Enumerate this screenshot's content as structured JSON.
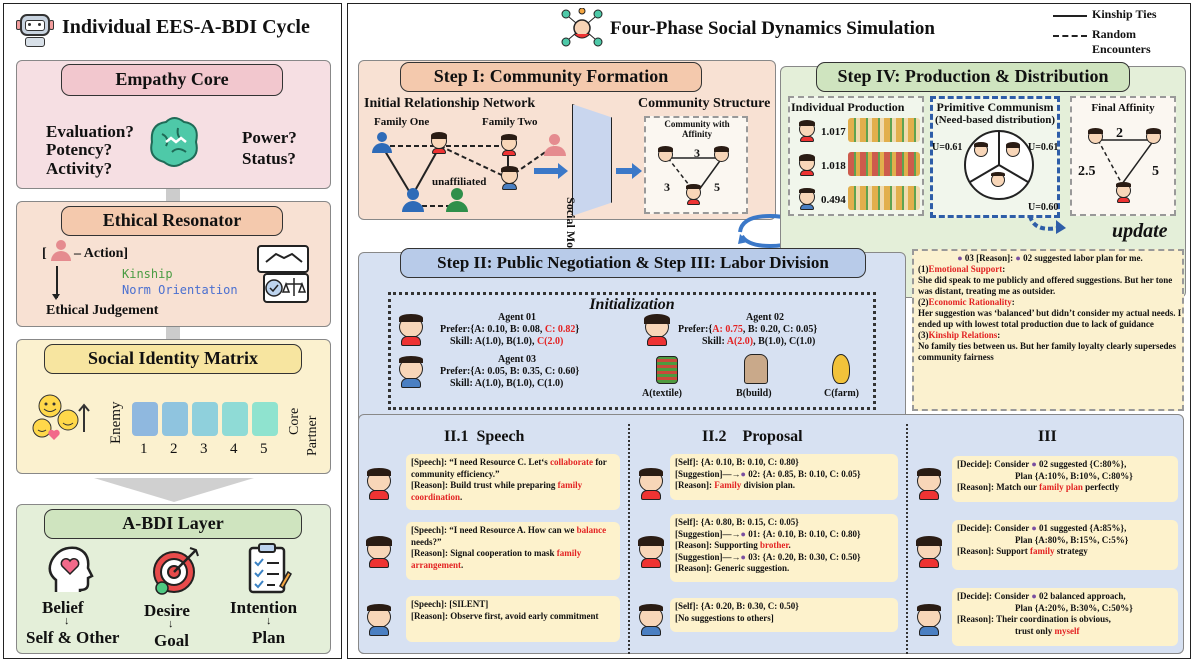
{
  "left": {
    "title": "Individual EES-A-BDI Cycle",
    "empathy": {
      "title": "Empathy Core",
      "evaluation": "Evaluation?",
      "potency": "Potency?",
      "activity": "Activity?",
      "power": "Power?",
      "status": "Status?"
    },
    "ethical": {
      "title": "Ethical Resonator",
      "action": "– Action]",
      "bracket": "[",
      "kinship": "Kinship",
      "norm": "Norm Orientation",
      "judgement": "Ethical Judgement"
    },
    "social": {
      "title": "Social Identity Matrix",
      "enemy": "Enemy",
      "core": "Core",
      "partner": "Partner",
      "scale": [
        "1",
        "2",
        "3",
        "4",
        "5"
      ]
    },
    "abdi": {
      "title": "A-BDI Layer",
      "belief": "Belief",
      "belief_sub": "Self & Other",
      "desire": "Desire",
      "desire_sub": "Goal",
      "intention": "Intention",
      "intention_sub": "Plan",
      "arrow": "↓"
    }
  },
  "right": {
    "title": "Four-Phase Social Dynamics Simulation",
    "legend": {
      "kinship": "Kinship Ties",
      "random": "Random Encounters"
    },
    "step1": {
      "title": "Step I: Community Formation",
      "initial": "Initial Relationship Network",
      "family_one": "Family One",
      "family_two": "Family Two",
      "unaffiliated": "unaffiliated",
      "mobility": "Social Mobility",
      "structure": "Community Structure",
      "affinity_label": "Community with Affinity",
      "w1": "3",
      "w2": "3",
      "w3": "5"
    },
    "step4": {
      "title": "Step IV: Production & Distribution",
      "individual": "Individual Production",
      "p1": "1.017",
      "p2": "1.018",
      "p3": "0.494",
      "primitive": "Primitive Communism",
      "primitive_sub": "(Need-based distribution)",
      "u1": "U=0.61",
      "u2": "U=0.61",
      "u3": "U=0.60",
      "final": "Final Affinity",
      "f1": "2",
      "f2": "2.5",
      "f3": "5",
      "update": "update"
    },
    "reason": {
      "head_a": "03 [Reason]:",
      "head_b": "02 suggested labor plan for me.",
      "e_num": "(1)",
      "e_title": "Emotional Support",
      "e_colon": ":",
      "e_text": "She did speak to me publicly and offered suggestions. But her tone was distant, treating me as outsider.",
      "r_num": "(2)",
      "r_title": "Economic Rationality",
      "r_colon": ":",
      "r_text": "Her suggestion was ‘balanced’ but didn’t consider my actual needs. I ended up with lowest total production due to lack of guidance",
      "k_num": "(3)",
      "k_title": "Kinship Relations",
      "k_colon": ":",
      "k_text": "No family ties between us. But her family loyalty clearly supersedes community fairness"
    },
    "step23": {
      "title": "Step II: Public Negotiation & Step III: Labor Division",
      "init": "Initialization",
      "agent1": {
        "name": "Agent 01",
        "prefer_a": "Prefer:{A: 0.10, B: 0.08, ",
        "prefer_hl": "C: 0.82",
        "prefer_end": "}",
        "skill_a": "Skill: A(1.0), B(1.0), ",
        "skill_hl": "C(2.0)"
      },
      "agent2": {
        "name": "Agent 02",
        "prefer_a": "Prefer:{",
        "prefer_hl": "A: 0.75",
        "prefer_end": ", B: 0.20, C: 0.05}",
        "skill_a": "Skill: ",
        "skill_hl": "A(2.0)",
        "skill_end": ", B(1.0), C(1.0)"
      },
      "agent3": {
        "name": "Agent 03",
        "prefer": "Prefer:{A: 0.05, B: 0.35, C: 0.60}",
        "skill": "Skill: A(1.0), B(1.0), C(1.0)"
      },
      "res_a": "A(textile)",
      "res_b": "B(build)",
      "res_c": "C(farm)"
    },
    "speech": {
      "title": "II.1  Speech",
      "s1a": "[Speech]: “I need Resource C. Let‘s ",
      "s1hl": "collaborate",
      "s1b": " for community efficiency.”",
      "s1r": "[Reason]: Build trust while preparing ",
      "s1rhl": "family coordination",
      "s1re": ".",
      "s2a": "[Speech]: “I need Resource A. How can we ",
      "s2hl": "balance",
      "s2b": " needs?”",
      "s2r": "[Reason]: Signal cooperation to mask ",
      "s2rhl": "family arrangement",
      "s2re": ".",
      "s3a": "[Speech]: [SILENT]",
      "s3r": "[Reason]: Observe first, avoid early commitment"
    },
    "proposal": {
      "title": "II.2    Proposal",
      "p1a": "[Self]: {A: 0.10, B: 0.10, C: 0.80}",
      "p1b": "[Suggestion]",
      "p1c": "02: {A: 0.85, B: 0.10, C: 0.05}",
      "p1r": "[Reason]: ",
      "p1rhl": "Family",
      "p1re": " division plan.",
      "p2a": "[Self]: {A: 0.80, B: 0.15, C: 0.05}",
      "p2b": "[Suggestion]",
      "p2c": "01: {A: 0.10, B: 0.10, C: 0.80}",
      "p2r": "[Reason]: Supporting ",
      "p2rhl": "brother",
      "p2re": ".",
      "p2d": "[Suggestion]",
      "p2e": "03: {A: 0.20, B: 0.30, C: 0.50}",
      "p2f": "[Reason]: Generic suggestion.",
      "p3a": "[Self]: {A: 0.20, B: 0.30, C: 0.50}",
      "p3b": "[No suggestions to others]",
      "arrow": "—→"
    },
    "decide": {
      "title": "III",
      "d1a": "[Decide]: Consider ",
      "d1b": "02 suggested {C:80%},",
      "d1c": "Plan {A:10%, B:10%, C:80%}",
      "d1r": "[Reason]: Match our ",
      "d1rhl": "family plan",
      "d1re": " perfectly",
      "d2a": "[Decide]: Consider ",
      "d2b": "01 suggested  {A:85%},",
      "d2c": "Plan {A:80%, B:15%, C:5%}",
      "d2r": "[Reason]: Support ",
      "d2rhl": "family",
      "d2re": " strategy",
      "d3a": "[Decide]: Consider ",
      "d3b": "02 balanced approach,",
      "d3c": "Plan {A:20%, B:30%, C:50%}",
      "d3r": "[Reason]: Their coordination is obvious,",
      "d3r2": "trust only ",
      "d3rhl": "myself"
    }
  },
  "colors": {
    "pink": "#f6dfe3",
    "peach": "#f8e1d3",
    "green": "#e4efd9",
    "blue": "#d7e1f2",
    "yellow": "#fcf0c8",
    "red": "#e32222"
  }
}
